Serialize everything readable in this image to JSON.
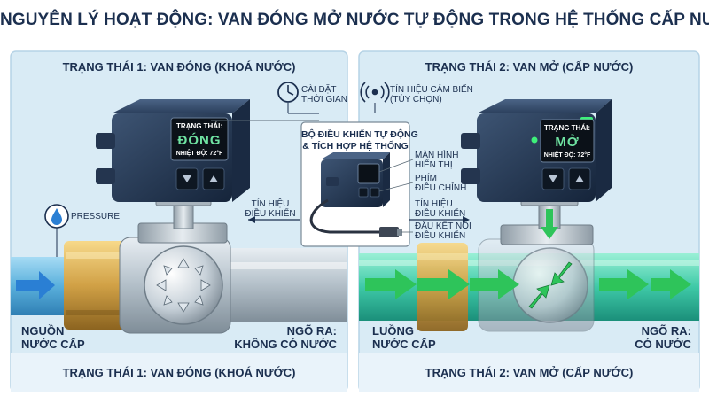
{
  "title": "NGUYÊN LÝ HOẠT ĐỘNG: VAN ĐÓNG MỞ NƯỚC TỰ ĐỘNG TRONG HỆ THỐNG CẤP NƯỚC",
  "closed_state": {
    "heading": "TRẠNG THÁI 1: VAN ĐÓNG (KHOÁ NƯỚC)",
    "footer": "TRẠNG THÁI 1: VAN ĐÓNG (KHOÁ NƯỚC)",
    "screen": {
      "label": "TRẠNG THÁI:",
      "status": "ĐÓNG",
      "temp": "NHIỆT ĐỘ: 72°F"
    },
    "pressure_label": "PRESSURE",
    "inlet_label": [
      "NGUỒN",
      "NƯỚC CẤP"
    ],
    "outlet_label": [
      "NGÕ RA:",
      "KHÔNG CÓ NƯỚC"
    ]
  },
  "open_state": {
    "heading": "TRẠNG THÁI 2: VAN MỞ (CẤP NƯỚC)",
    "footer": "TRẠNG THÁI 2: VAN MỞ (CẤP NƯỚC)",
    "screen": {
      "label": "TRẠNG THÁI:",
      "status": "MỞ",
      "temp": "NHIỆT ĐỘ: 72°F"
    },
    "inlet_label": [
      "LUỒNG",
      "NƯỚC CẤP"
    ],
    "outlet_label": [
      "NGÕ RA:",
      "CÓ NƯỚC"
    ]
  },
  "controller": {
    "title": [
      "BỘ ĐIỀU KHIỂN TỰ ĐỘNG",
      "& TÍCH HỢP HỆ THỐNG"
    ],
    "timer_label": [
      "CÀI ĐẶT",
      "THỜI GIAN"
    ],
    "sensor_label": [
      "TÍN HIỆU CẢM BIẾN",
      "(TÙY CHỌN)"
    ],
    "control_signal": [
      "TÍN HIỆU",
      "ĐIỀU KHIỂN"
    ],
    "screen_label": [
      "MÀN HÌNH",
      "HIỂN THỊ"
    ],
    "buttons_label": [
      "PHÍM",
      "ĐIỀU CHỈNH"
    ],
    "signal_right": [
      "TÍN HIỆU",
      "ĐIỀU KHIỂN"
    ],
    "connector_label": [
      "ĐẦU KẾT NỐI",
      "ĐIỀU KHIỂN"
    ]
  },
  "icons": [
    "clock-icon",
    "wireless-signal-icon",
    "pressure-gauge-icon",
    "flow-arrow-icon"
  ],
  "colors": {
    "panel_bg": "#d9ebf5",
    "pipe_blue": "#5ab0dc",
    "water_green": "#3ec9a7",
    "arrow_green": "#2ec45a",
    "arrow_blue": "#2a7fd4",
    "title_navy": "#1b2f4f",
    "screen_green": "#6fe3a2"
  }
}
